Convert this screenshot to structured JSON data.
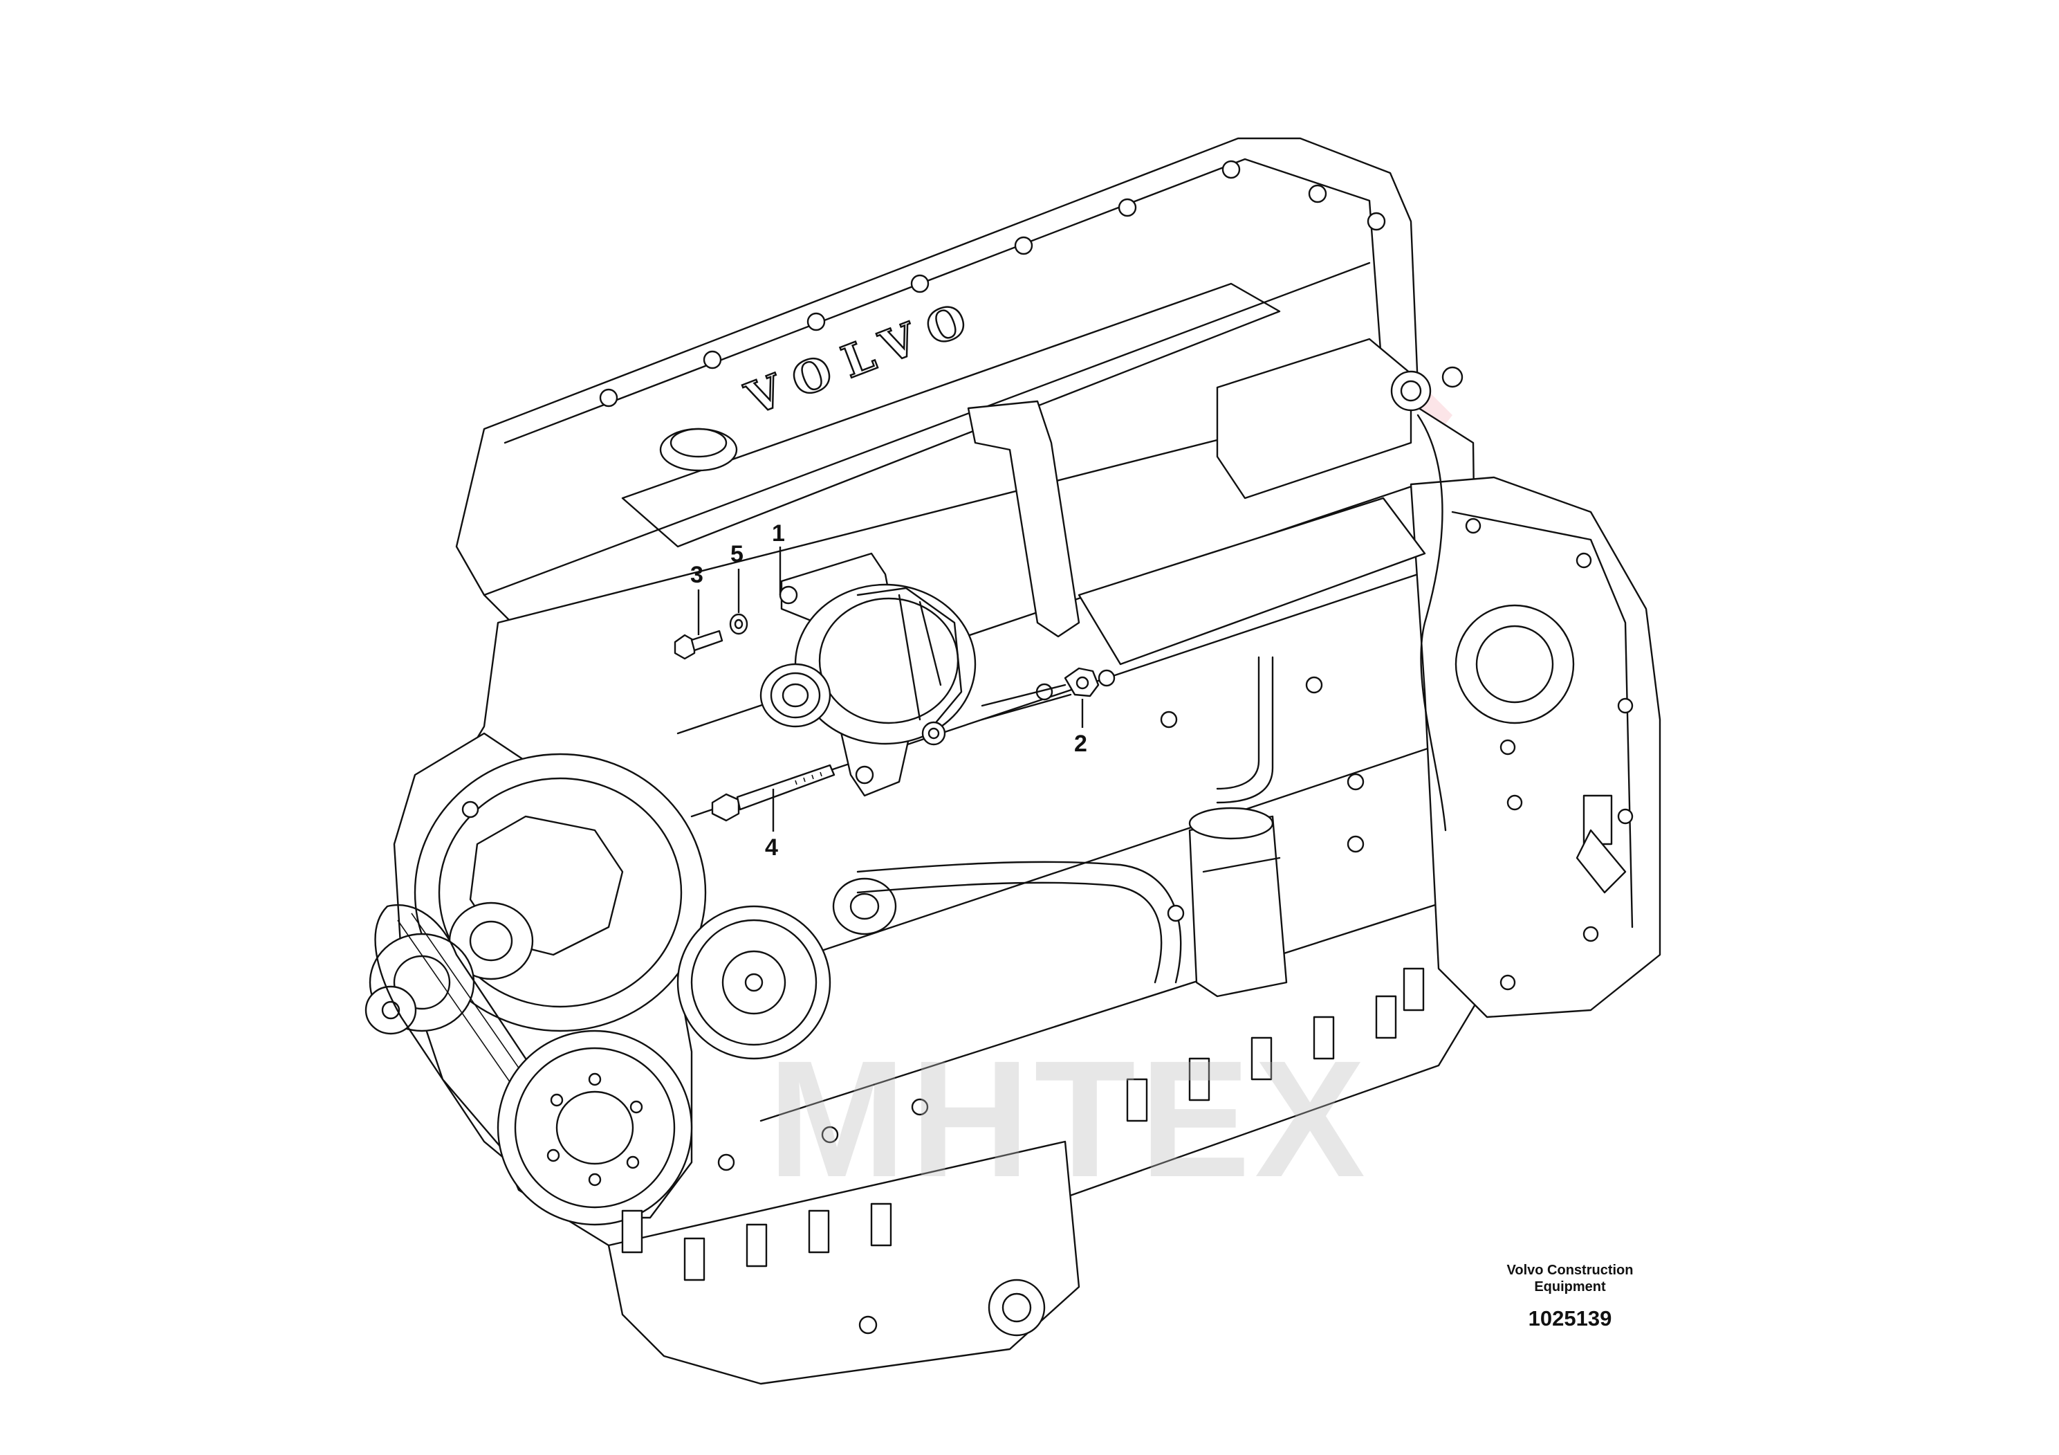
{
  "diagram": {
    "engine_logo_text": "VOLVO",
    "callouts": [
      {
        "id": "1",
        "label": "1"
      },
      {
        "id": "2",
        "label": "2"
      },
      {
        "id": "3",
        "label": "3"
      },
      {
        "id": "4",
        "label": "4"
      },
      {
        "id": "5",
        "label": "5"
      }
    ]
  },
  "footer": {
    "brand_line_1": "Volvo Construction",
    "brand_line_2": "Equipment",
    "document_number": "1025139"
  },
  "watermark": {
    "text": "MHTEX",
    "color": "#e8334a"
  }
}
